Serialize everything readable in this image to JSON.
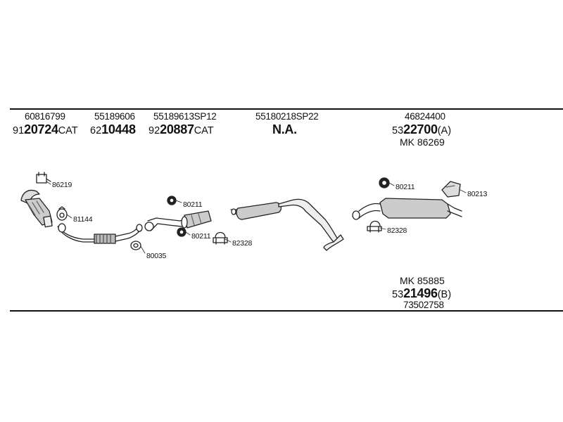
{
  "references": {
    "r1": "60816799",
    "r2": "55189606",
    "r3": "55189613SP12",
    "r4": "55180218SP22",
    "r5": "46824400",
    "r6": "73502758"
  },
  "codes": {
    "c1": {
      "prefix": "91",
      "main": "20724",
      "suffix": "CAT"
    },
    "c2": {
      "prefix": "62",
      "main": "10448",
      "suffix": ""
    },
    "c3": {
      "prefix": "92",
      "main": "20887",
      "suffix": "CAT"
    },
    "c4": {
      "main": "N.A."
    },
    "c5": {
      "prefix": "53",
      "main": "22700",
      "suffix": "(A)"
    },
    "c6": {
      "prefix": "53",
      "main": "21496",
      "suffix": "(B)"
    }
  },
  "mounting_kits": {
    "mk1": "MK  86269",
    "mk2": "MK  85885"
  },
  "part_labels": {
    "p1": "86219",
    "p2": "81144",
    "p3": "80035",
    "p4": "80211",
    "p5": "80211",
    "p6": "82328",
    "p7": "80211",
    "p8": "80213",
    "p9": "82328"
  }
}
